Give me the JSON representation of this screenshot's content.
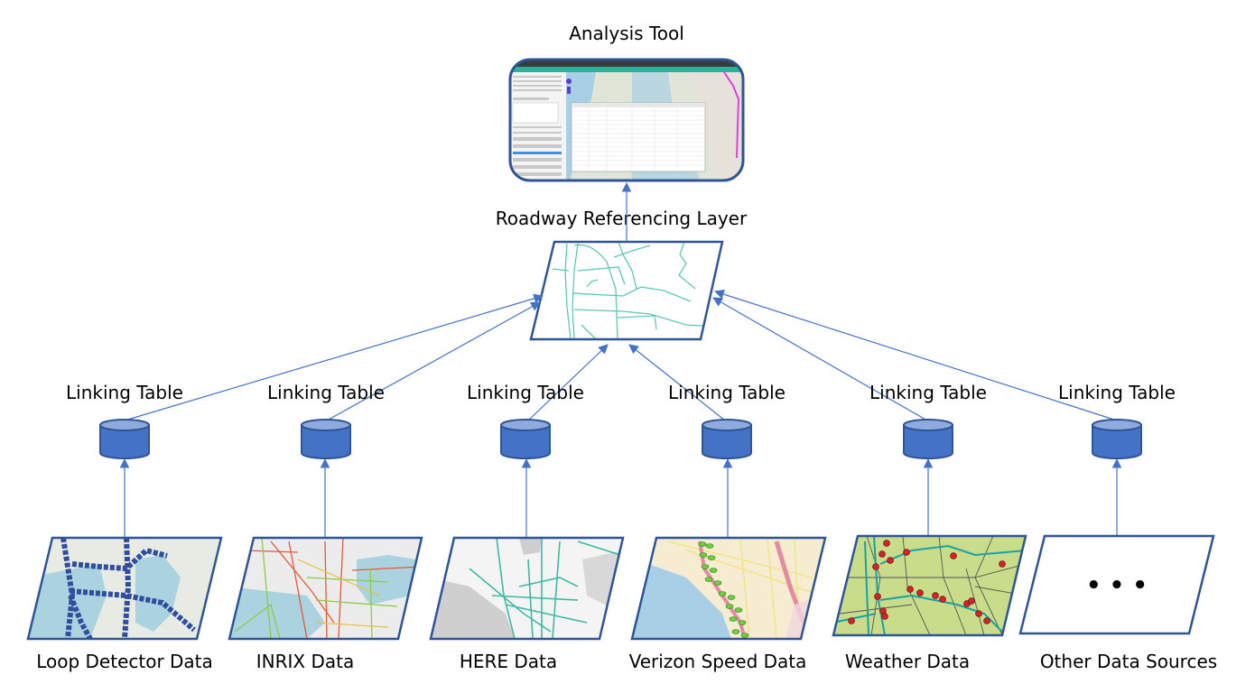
{
  "title": "Data integration architecture",
  "colors": {
    "outline": "#2f5597",
    "arrow": "#4472c4",
    "cylinder_fill": "#4472c4",
    "cylinder_top": "#8faadc",
    "road_teal": "#3fbfa6"
  },
  "analysis_tool": {
    "label": "Analysis Tool",
    "thumbnail": "app-screenshot"
  },
  "referencing_layer": {
    "label": "Roadway Referencing Layer"
  },
  "linking_tables": [
    {
      "label": "Linking Table"
    },
    {
      "label": "Linking Table"
    },
    {
      "label": "Linking Table"
    },
    {
      "label": "Linking Table"
    },
    {
      "label": "Linking Table"
    },
    {
      "label": "Linking Table"
    }
  ],
  "data_sources": [
    {
      "label": "Loop Detector Data",
      "thumbnail": "loop-detector-map"
    },
    {
      "label": "INRIX Data",
      "thumbnail": "inrix-map"
    },
    {
      "label": "HERE Data",
      "thumbnail": "here-map"
    },
    {
      "label": "Verizon Speed Data",
      "thumbnail": "verizon-map"
    },
    {
      "label": "Weather Data",
      "thumbnail": "weather-map"
    },
    {
      "label": "Other Data Sources",
      "thumbnail": "ellipsis"
    }
  ],
  "ellipsis": "• • •"
}
